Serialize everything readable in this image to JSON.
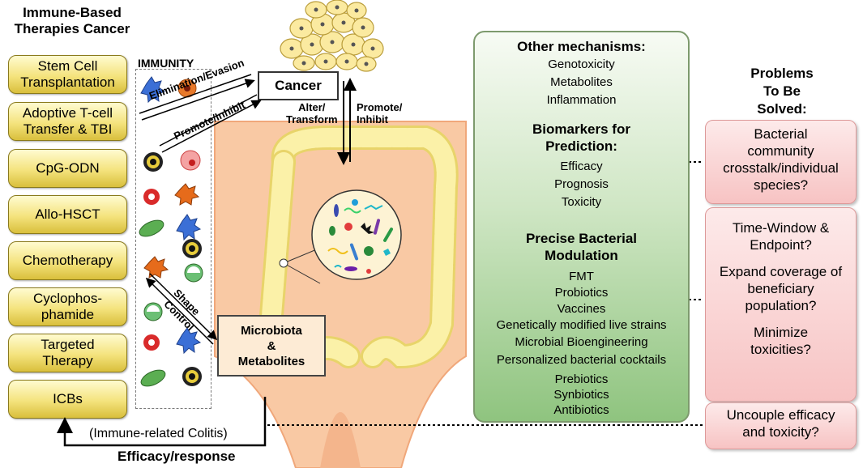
{
  "left_title": [
    "Immune-Based",
    "Therapies Cancer"
  ],
  "therapies": [
    [
      "Stem Cell",
      "Transplantation"
    ],
    [
      "Adoptive T-cell",
      "Transfer & TBI"
    ],
    [
      "CpG-ODN"
    ],
    [
      "Allo-HSCT"
    ],
    [
      "Chemotherapy"
    ],
    [
      "Cyclophos-",
      "phamide"
    ],
    [
      "Targeted",
      "Therapy"
    ],
    [
      "ICBs"
    ]
  ],
  "immunity_label": "IMMUNITY",
  "cancer_label": "Cancer",
  "microbiota_label": [
    "Microbiota",
    "&",
    "Metabolites"
  ],
  "arrow_labels": {
    "elimination": "Elimination/Evasion",
    "promote_inhibit_left": "Promote/Inhibit",
    "alter": [
      "Alter/",
      "Transform"
    ],
    "promote_inhibit_right": [
      "Promote/",
      "Inhibit"
    ],
    "shape": "Shape",
    "control": "Control"
  },
  "bottom": {
    "colitis": "(Immune-related Colitis)",
    "efficacy": "Efficacy/response"
  },
  "mechanisms": {
    "other_title": "Other mechanisms:",
    "other_items": [
      "Genotoxicity",
      "Metabolites",
      "Inflammation"
    ],
    "biomarker_title": [
      "Biomarkers for",
      "Prediction:"
    ],
    "biomarker_items": [
      "Efficacy",
      "Prognosis",
      "Toxicity"
    ],
    "modulation_title": [
      "Precise Bacterial",
      "Modulation"
    ],
    "modulation_items": [
      "FMT",
      "Probiotics",
      "Vaccines",
      "Genetically modified live strains",
      "Microbial Bioengineering",
      "Personalized bacterial cocktails",
      "Prebiotics",
      "Synbiotics",
      "Antibiotics"
    ]
  },
  "problems_title": [
    "Problems",
    "To Be",
    "Solved:"
  ],
  "problems": [
    [
      "Bacterial",
      "community",
      "crosstalk/individual",
      "species?"
    ],
    [
      "Time-Window &",
      "Endpoint?",
      "",
      "Expand coverage of",
      "beneficiary",
      "population?",
      "",
      "Minimize",
      "toxicities?"
    ],
    [
      "Uncouple efficacy",
      "and toxicity?"
    ]
  ],
  "colors": {
    "therapy_fill": "#f4e37d",
    "skin": "#f9c9a4",
    "colon": "#fbf1a8",
    "green_panel": "#a8d49a",
    "pink_box": "#f7c3c3"
  }
}
